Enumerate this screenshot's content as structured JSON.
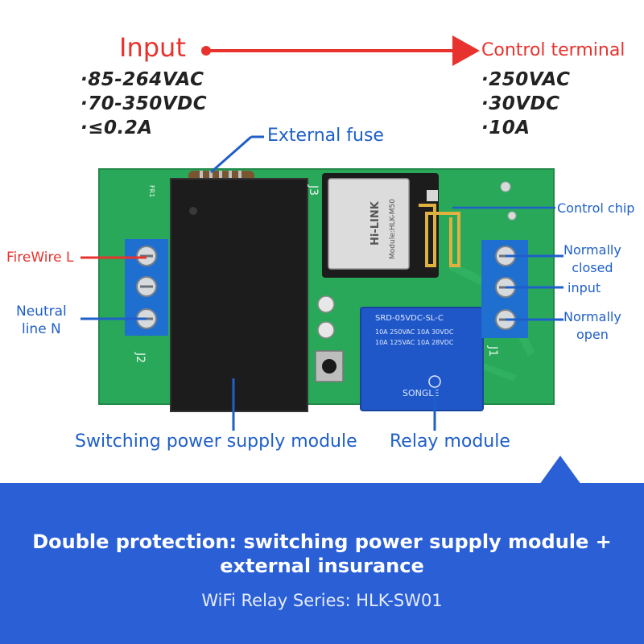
{
  "input": {
    "title": "Input",
    "specs": [
      "·85-264VAC",
      "·70-350VDC",
      "·≤0.2A"
    ]
  },
  "control": {
    "title": "Control terminal",
    "specs": [
      "·250VAC",
      "·30VDC",
      "·10A"
    ]
  },
  "labels": {
    "external_fuse": "External fuse",
    "control_chip": "Control chip",
    "firewire": "FireWire L",
    "neutral": "Neutral\nline N",
    "normally_closed": "Normally\nclosed",
    "input": "input",
    "normally_open": "Normally\nopen",
    "psu_module": "Switching power supply module",
    "relay_module": "Relay module"
  },
  "board_text": {
    "module_name": "Module:HLK-M50",
    "chip_brand": "Hi-LINK",
    "relay_model": "SRD-05VDC-SL-C",
    "relay_rating1": "10A 250VAC 10A 30VDC",
    "relay_rating2": "10A 125VAC 10A 28VDC",
    "relay_brand": "SONGLE",
    "j2": "J2",
    "j1": "J1",
    "j3": "J3"
  },
  "banner": {
    "title": "Double protection: switching power supply module +\nexternal insurance",
    "subtitle": "WiFi Relay Series: HLK-SW01"
  },
  "colors": {
    "accent_red": "#e8322d",
    "accent_blue": "#1f5fc9",
    "banner_blue": "#2a5fd6",
    "pcb_green": "#2aa85a",
    "terminal_blue": "#1e6fd0",
    "relay_blue": "#1f57c8"
  }
}
